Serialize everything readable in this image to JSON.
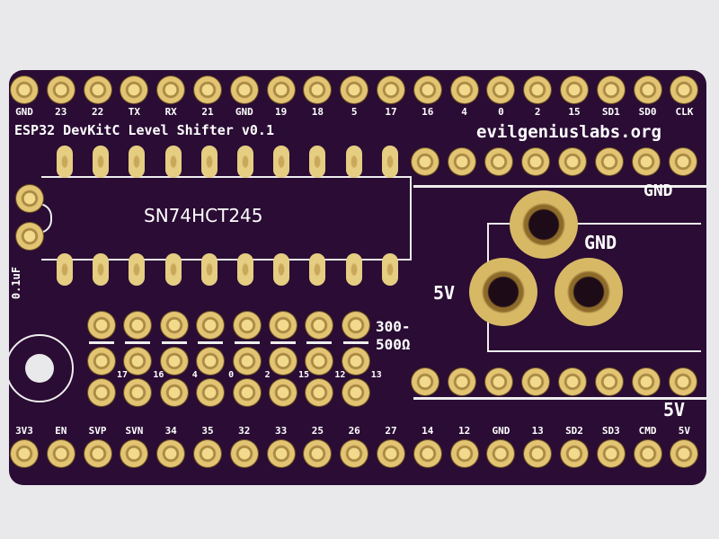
{
  "board": {
    "title": "ESP32 DevKitC Level Shifter v0.1",
    "website": "evilgeniuslabs.org",
    "chip": "SN74HCT245",
    "capacitor": "0.1uF",
    "resistor_note": "300-500Ω",
    "gnd_label_right": "GND",
    "gnd_label_rings": "GND",
    "fivev_label_rings": "5V",
    "fivev_label_right": "5V",
    "top_pins": [
      "GND",
      "23",
      "22",
      "TX",
      "RX",
      "21",
      "GND",
      "19",
      "18",
      "5",
      "17",
      "16",
      "4",
      "0",
      "2",
      "15",
      "SD1",
      "SD0",
      "CLK"
    ],
    "bottom_pins": [
      "3V3",
      "EN",
      "SVP",
      "SVN",
      "34",
      "35",
      "32",
      "33",
      "25",
      "26",
      "27",
      "14",
      "12",
      "GND",
      "13",
      "SD2",
      "SD3",
      "CMD",
      "5V"
    ],
    "output_pins": [
      "17",
      "16",
      "4",
      "0",
      "2",
      "15",
      "12",
      "13"
    ],
    "colors": {
      "board": "#2a0c34",
      "gold": "#e2c472",
      "silk": "#ffffff"
    }
  }
}
